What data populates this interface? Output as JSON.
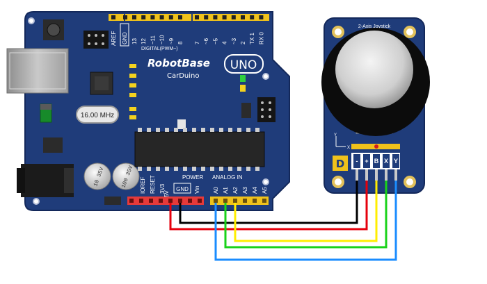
{
  "board": {
    "brand": "RobotBase",
    "model": "CarDuino",
    "uno_label": "UNO",
    "crystal": "16.00 MHz",
    "digital_header_label": "DIGITAL(PWM~)",
    "power_header_label": "POWER",
    "analog_header_label": "ANALOG IN",
    "aref_label": "AREF",
    "gnd_top_label": "GND",
    "digital_pins": [
      "13",
      "12",
      "~11",
      "~10",
      "~9",
      "8",
      "7",
      "~6",
      "~5",
      "4",
      "~3",
      "2",
      "TX 1",
      "RX 0"
    ],
    "power_pins": [
      "IOREF",
      "RESET",
      "3V3",
      "5V",
      "GND",
      "Vin"
    ],
    "analog_pins": [
      "A0",
      "A1",
      "A2",
      "A3",
      "A4",
      "A5"
    ],
    "cap1_text": "10 35V",
    "cap2_text": "100 35V"
  },
  "module": {
    "title": "2-Axis Joystick",
    "axis_y": "Y",
    "axis_x": "X",
    "logo_letter": "D",
    "pins": [
      "-",
      "+",
      "B",
      "X",
      "Y"
    ]
  },
  "wires": {
    "colors": {
      "gnd": "#000000",
      "vcc": "#e6000c",
      "button": "#ffee00",
      "x": "#19d219",
      "y": "#1a8cff"
    }
  }
}
